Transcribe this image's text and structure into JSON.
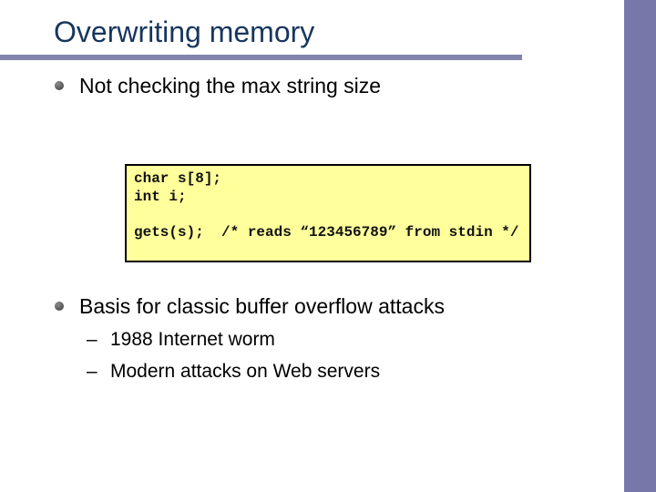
{
  "slide": {
    "title": "Overwriting memory",
    "bullet_char_level2": "–",
    "bullets": [
      {
        "label": "Not checking the max string size",
        "sub_items": []
      },
      {
        "label": "Basis for classic buffer overflow attacks",
        "sub_items": [
          {
            "label": "1988 Internet worm"
          },
          {
            "label": "Modern attacks on Web servers"
          }
        ]
      }
    ],
    "code_box": {
      "text": "char s[8];\nint i;\n\ngets(s);  /* reads “123456789” from stdin */"
    },
    "colors": {
      "slide_background": "#FFFFFF",
      "title_text": "#16365D",
      "title_rule": "#8284AD",
      "side_bar": "#7578A9",
      "body_text": "#000000",
      "bullet_dot": "#5A5A5A",
      "code_background": "#FFFF9C",
      "code_border": "#000000",
      "code_text": "#111111"
    }
  }
}
